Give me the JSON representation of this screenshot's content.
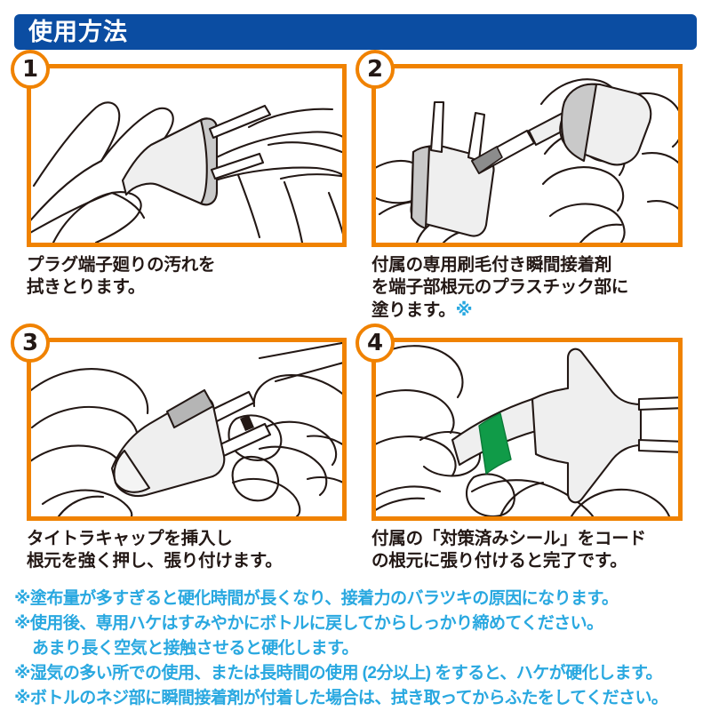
{
  "header": {
    "title": "使用方法",
    "banner_color": "#0b4da2",
    "text_color": "#ffffff"
  },
  "theme": {
    "accent_orange": "#f08200",
    "note_blue": "#29a8e0",
    "text_dark": "#231815",
    "sticker_green": "#109b48",
    "plug_gray": "#efefef",
    "plug_shade": "#c9c9c9"
  },
  "steps": [
    {
      "number": "1",
      "illustration": "hand-wiping-plug-terminals",
      "caption_lines": [
        "プラグ端子廻りの汚れを",
        "拭きとります。"
      ],
      "caption_mark": ""
    },
    {
      "number": "2",
      "illustration": "hand-applying-adhesive-brush-to-plug-base",
      "caption_lines": [
        "付属の専用刷毛付き瞬間接着剤",
        "を端子部根元のプラスチック部に",
        "塗ります。"
      ],
      "caption_mark": "※"
    },
    {
      "number": "3",
      "illustration": "inserting-taitora-cap-and-pressing-base",
      "caption_lines": [
        "タイトラキャップを挿入し",
        "根元を強く押し、張り付けます。"
      ],
      "caption_mark": ""
    },
    {
      "number": "4",
      "illustration": "green-countermeasure-sticker-on-cord-base",
      "caption_lines": [
        "付属の「対策済みシール」をコード",
        "の根元に張り付けると完了です。"
      ],
      "caption_mark": ""
    }
  ],
  "footer_notes": [
    {
      "text": "※塗布量が多すぎると硬化時間が長くなり、接着力のバラツキの原因になります。",
      "indent": false
    },
    {
      "text": "※使用後、専用ハケはすみやかにボトルに戻してからしっかり締めてください。",
      "indent": false
    },
    {
      "text": "あまり長く空気と接触させると硬化します。",
      "indent": true
    },
    {
      "text": "※湿気の多い所での使用、または長時間の使用 (2分以上) をすると、ハケが硬化します。",
      "indent": false
    },
    {
      "text": "※ボトルのネジ部に瞬間接着剤が付着した場合は、拭き取ってからふたをしてください。",
      "indent": false
    }
  ]
}
